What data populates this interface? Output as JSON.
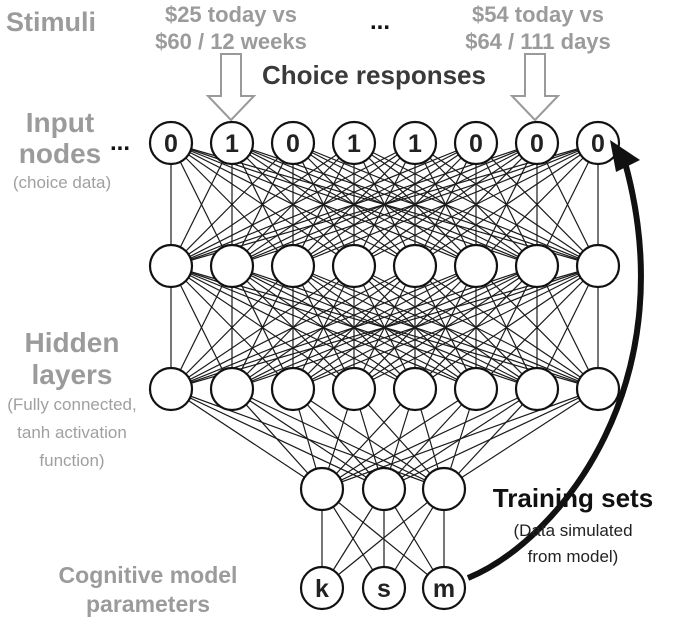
{
  "stimuli": {
    "title": "Stimuli",
    "left_line1": "$25 today vs",
    "left_line2": "$60 / 12 weeks",
    "ellipsis": "...",
    "right_line1": "$54 today vs",
    "right_line2": "$64 / 111 days"
  },
  "choice_responses": "Choice responses",
  "input_nodes": {
    "label_line1": "Input",
    "label_line2": "nodes",
    "ellipsis": "...",
    "sub": "(choice data)",
    "values": [
      "0",
      "1",
      "0",
      "1",
      "1",
      "0",
      "0",
      "0"
    ]
  },
  "hidden_layers": {
    "label_line1": "Hidden",
    "label_line2": "layers",
    "sub_line1": "(Fully connected,",
    "sub_line2": "tanh activation",
    "sub_line3": "function)"
  },
  "training_sets": {
    "title": "Training sets",
    "sub_line1": "(Data simulated",
    "sub_line2": "from model)"
  },
  "cognitive": {
    "label_line1": "Cognitive model",
    "label_line2": "parameters",
    "params": [
      "k",
      "s",
      "m"
    ]
  },
  "colors": {
    "gray_text": "#9b9b9b",
    "dark_text": "#3a3a3a",
    "edge": "#1a1a1a",
    "arrow_outline": "#9a9a9a"
  }
}
